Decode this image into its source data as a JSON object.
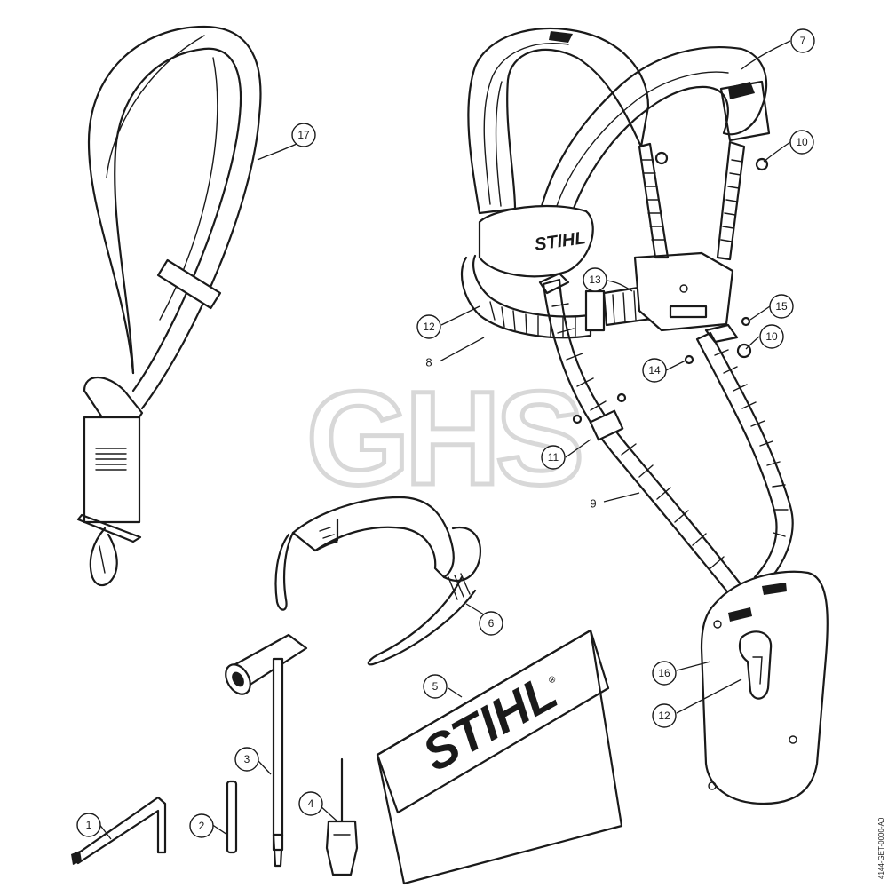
{
  "watermark": "GHS",
  "reference_code": "4144-GET-0000-A0",
  "brand_marks": {
    "harness": "STIHL",
    "pouch": "STIHL"
  },
  "callouts": [
    {
      "id": "c1",
      "label": "1"
    },
    {
      "id": "c2",
      "label": "2"
    },
    {
      "id": "c3",
      "label": "3"
    },
    {
      "id": "c4",
      "label": "4"
    },
    {
      "id": "c5",
      "label": "5"
    },
    {
      "id": "c6",
      "label": "6"
    },
    {
      "id": "c7",
      "label": "7"
    },
    {
      "id": "c8",
      "label": "8"
    },
    {
      "id": "c9",
      "label": "9"
    },
    {
      "id": "c10a",
      "label": "10"
    },
    {
      "id": "c10b",
      "label": "10"
    },
    {
      "id": "c11",
      "label": "11"
    },
    {
      "id": "c12a",
      "label": "12"
    },
    {
      "id": "c12b",
      "label": "12"
    },
    {
      "id": "c13",
      "label": "13"
    },
    {
      "id": "c14",
      "label": "14"
    },
    {
      "id": "c15",
      "label": "15"
    },
    {
      "id": "c16",
      "label": "16"
    },
    {
      "id": "c17",
      "label": "17"
    }
  ]
}
